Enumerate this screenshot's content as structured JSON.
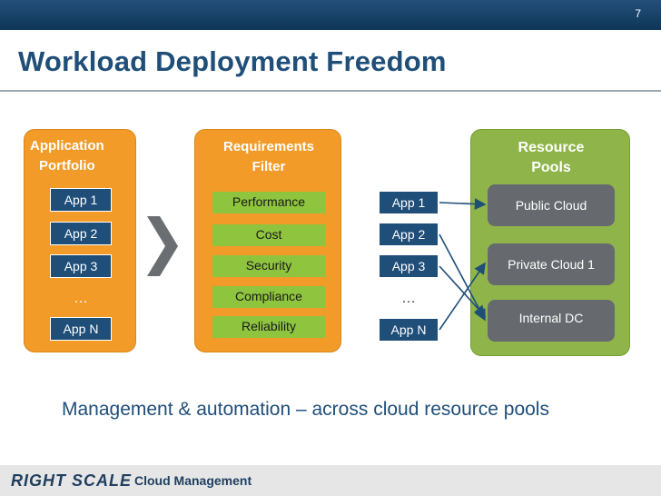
{
  "slide_number": "7",
  "title": "Workload Deployment Freedom",
  "portfolio": {
    "heading_line1": "Application",
    "heading_line2": "Portfolio",
    "apps": [
      "App 1",
      "App 2",
      "App 3"
    ],
    "ellipsis": "…",
    "last_app": "App N"
  },
  "filter": {
    "heading_line1": "Requirements",
    "heading_line2": "Filter",
    "items": [
      "Performance",
      "Cost",
      "Security",
      "Compliance",
      "Reliability"
    ]
  },
  "deployed_apps": {
    "apps": [
      "App 1",
      "App 2",
      "App 3"
    ],
    "ellipsis": "…",
    "last_app": "App N"
  },
  "pools": {
    "heading_line1": "Resource",
    "heading_line2": "Pools",
    "items": [
      "Public Cloud",
      "Private Cloud 1",
      "Internal DC"
    ]
  },
  "tagline": "Management & automation – across cloud resource pools",
  "footer": {
    "logo_text": "RIGHT SCALE",
    "label": "Cloud Management"
  },
  "colors": {
    "title_blue": "#1f4e79",
    "panel_orange": "#f29b28",
    "panel_green": "#8fb54a",
    "app_navy": "#1f4e79",
    "req_green": "#8fc43f",
    "pool_grey": "#666a6e"
  }
}
